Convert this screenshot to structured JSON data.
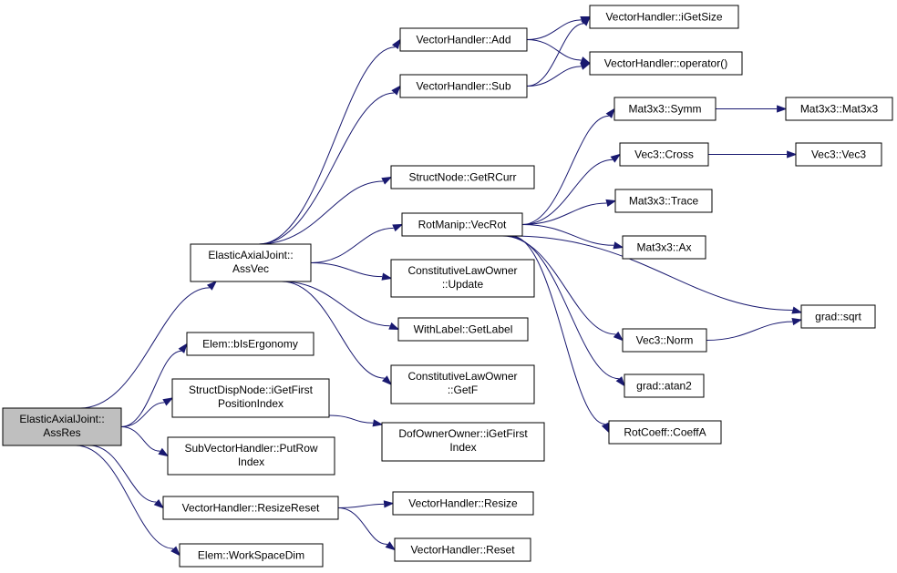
{
  "colors": {
    "edge": "#191970",
    "root_fill": "#bfbfbf",
    "node_fill": "#ffffff",
    "border": "#000000"
  },
  "nodes": {
    "root": [
      "ElasticAxialJoint::",
      "AssRes"
    ],
    "assvec": [
      "ElasticAxialJoint::",
      "AssVec"
    ],
    "isergonomy": [
      "Elem::bIsErgonomy"
    ],
    "igetfirstpos": [
      "StructDispNode::iGetFirst",
      "PositionIndex"
    ],
    "putrowindex": [
      "SubVectorHandler::PutRow",
      "Index"
    ],
    "resizereset": [
      "VectorHandler::ResizeReset"
    ],
    "workspacedim": [
      "Elem::WorkSpaceDim"
    ],
    "vh_add": [
      "VectorHandler::Add"
    ],
    "vh_sub": [
      "VectorHandler::Sub"
    ],
    "getrcurr": [
      "StructNode::GetRCurr"
    ],
    "vecrot": [
      "RotManip::VecRot"
    ],
    "clo_update": [
      "ConstitutiveLawOwner",
      "::Update"
    ],
    "getlabel": [
      "WithLabel::GetLabel"
    ],
    "clo_getf": [
      "ConstitutiveLawOwner",
      "::GetF"
    ],
    "dofowner": [
      "DofOwnerOwner::iGetFirst",
      "Index"
    ],
    "vh_resize": [
      "VectorHandler::Resize"
    ],
    "vh_reset": [
      "VectorHandler::Reset"
    ],
    "vh_getsize": [
      "VectorHandler::iGetSize"
    ],
    "vh_operator": [
      "VectorHandler::operator()"
    ],
    "mat_symm": [
      "Mat3x3::Symm"
    ],
    "vec3_cross": [
      "Vec3::Cross"
    ],
    "mat_trace": [
      "Mat3x3::Trace"
    ],
    "mat_ax": [
      "Mat3x3::Ax"
    ],
    "vec3_norm": [
      "Vec3::Norm"
    ],
    "grad_atan2": [
      "grad::atan2"
    ],
    "rotcoeff": [
      "RotCoeff::CoeffA"
    ],
    "mat3x3": [
      "Mat3x3::Mat3x3"
    ],
    "vec3_vec3": [
      "Vec3::Vec3"
    ],
    "grad_sqrt": [
      "grad::sqrt"
    ]
  },
  "edges": [
    [
      "root",
      "assvec"
    ],
    [
      "root",
      "isergonomy"
    ],
    [
      "root",
      "igetfirstpos"
    ],
    [
      "root",
      "putrowindex"
    ],
    [
      "root",
      "resizereset"
    ],
    [
      "root",
      "workspacedim"
    ],
    [
      "assvec",
      "vh_add"
    ],
    [
      "assvec",
      "vh_sub"
    ],
    [
      "assvec",
      "getrcurr"
    ],
    [
      "assvec",
      "vecrot"
    ],
    [
      "assvec",
      "clo_update"
    ],
    [
      "assvec",
      "getlabel"
    ],
    [
      "assvec",
      "clo_getf"
    ],
    [
      "igetfirstpos",
      "dofowner"
    ],
    [
      "resizereset",
      "vh_resize"
    ],
    [
      "resizereset",
      "vh_reset"
    ],
    [
      "vh_add",
      "vh_getsize"
    ],
    [
      "vh_add",
      "vh_operator"
    ],
    [
      "vh_sub",
      "vh_getsize"
    ],
    [
      "vh_sub",
      "vh_operator"
    ],
    [
      "vecrot",
      "mat_symm"
    ],
    [
      "vecrot",
      "vec3_cross"
    ],
    [
      "vecrot",
      "mat_trace"
    ],
    [
      "vecrot",
      "mat_ax"
    ],
    [
      "vecrot",
      "grad_sqrt"
    ],
    [
      "vecrot",
      "vec3_norm"
    ],
    [
      "vecrot",
      "grad_atan2"
    ],
    [
      "vecrot",
      "rotcoeff"
    ],
    [
      "mat_symm",
      "mat3x3"
    ],
    [
      "vec3_cross",
      "vec3_vec3"
    ],
    [
      "vec3_norm",
      "grad_sqrt"
    ]
  ]
}
